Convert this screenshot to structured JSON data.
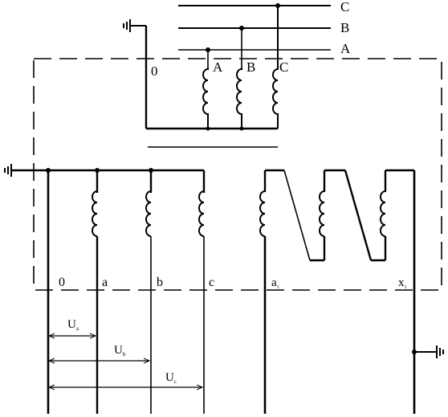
{
  "primary": {
    "bus_labels": [
      "C",
      "B",
      "A"
    ],
    "winding_labels": [
      "A",
      "B",
      "C"
    ],
    "neutral_label": "0"
  },
  "secondary": {
    "terminal_labels": {
      "zero": "0",
      "a": "a",
      "b": "b",
      "c": "c",
      "a1_main": "a",
      "a1_sub": "1",
      "x1_main": "x",
      "x1_sub": "1"
    }
  },
  "voltages": {
    "ua_main": "U",
    "ua_sub": "a",
    "ub_main": "U",
    "ub_sub": "b",
    "uc_main": "U",
    "uc_sub": "c"
  }
}
